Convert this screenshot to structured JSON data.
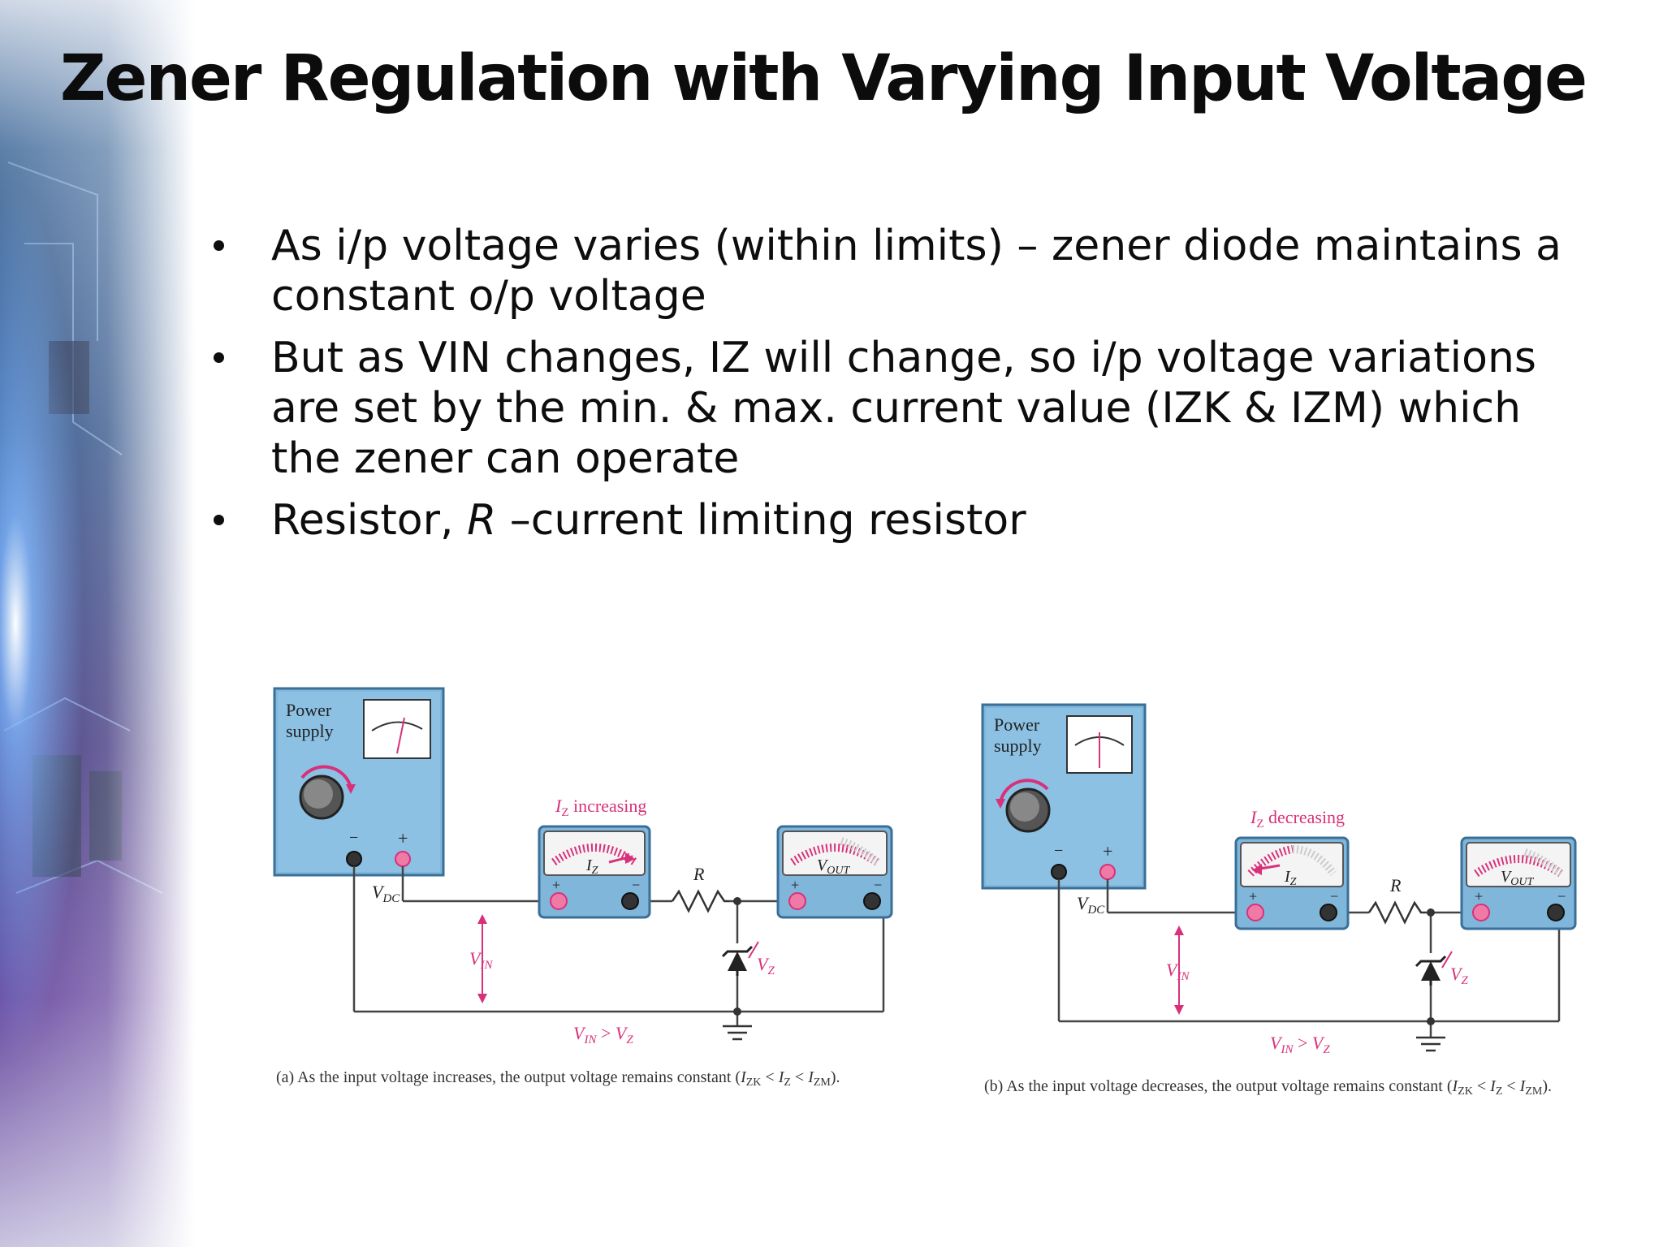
{
  "slide": {
    "title": "Zener Regulation with Varying Input Voltage",
    "bullets": [
      "As i/p voltage varies (within limits) – zener diode maintains a constant o/p voltage",
      "But as VIN changes, IZ will change, so i/p voltage variations are set by the min. & max. current value (IZK & IZM) which the zener can operate"
    ],
    "bullet3": {
      "pre": "Resistor, ",
      "italic": "R",
      "post": " –current limiting resistor"
    }
  },
  "circuits": [
    {
      "ps_label_1": "Power",
      "ps_label_2": "supply",
      "meter_label_main": "I",
      "meter_label_sub": "Z",
      "meter_label_rest": " increasing",
      "iz_label_main": "I",
      "iz_label_sub": "Z",
      "vout_label_main": "V",
      "vout_label_sub": "OUT",
      "vdc_main": "V",
      "vdc_sub": "DC",
      "vin_main": "V",
      "vin_sub": "IN",
      "vz_main": "V",
      "vz_sub": "Z",
      "r_label": "R",
      "plus": "+",
      "minus": "−",
      "relation_a": "V",
      "relation_a_sub": "IN",
      "relation_op": " > ",
      "relation_b": "V",
      "relation_b_sub": "Z",
      "caption_pre": "(a) As the input voltage increases, the output voltage remains constant (",
      "caption_i1": "I",
      "caption_s1": "ZK",
      "caption_lt1": " < ",
      "caption_i2": "I",
      "caption_s2": "Z",
      "caption_lt2": " < ",
      "caption_i3": "I",
      "caption_s3": "ZM",
      "caption_post": ")."
    },
    {
      "ps_label_1": "Power",
      "ps_label_2": "supply",
      "meter_label_main": "I",
      "meter_label_sub": "Z",
      "meter_label_rest": " decreasing",
      "iz_label_main": "I",
      "iz_label_sub": "Z",
      "vout_label_main": "V",
      "vout_label_sub": "OUT",
      "vdc_main": "V",
      "vdc_sub": "DC",
      "vin_main": "V",
      "vin_sub": "IN",
      "vz_main": "V",
      "vz_sub": "Z",
      "r_label": "R",
      "plus": "+",
      "minus": "−",
      "relation_a": "V",
      "relation_a_sub": "IN",
      "relation_op": " > ",
      "relation_b": "V",
      "relation_b_sub": "Z",
      "caption_pre": "(b) As the input voltage decreases, the output voltage remains constant (",
      "caption_i1": "I",
      "caption_s1": "ZK",
      "caption_lt1": " < ",
      "caption_i2": "I",
      "caption_s2": "Z",
      "caption_lt2": " < ",
      "caption_i3": "I",
      "caption_s3": "ZM",
      "caption_post": ")."
    }
  ],
  "colors": {
    "accent_magenta": "#d8317a",
    "panel_blue": "#7fb6da",
    "wire": "#444444",
    "title_text": "#0c0c0c"
  },
  "icons": [
    "power-supply-knob-icon",
    "ammeter-icon",
    "voltmeter-icon",
    "resistor-icon",
    "zener-diode-icon",
    "ground-icon",
    "bullet-dot-icon"
  ]
}
